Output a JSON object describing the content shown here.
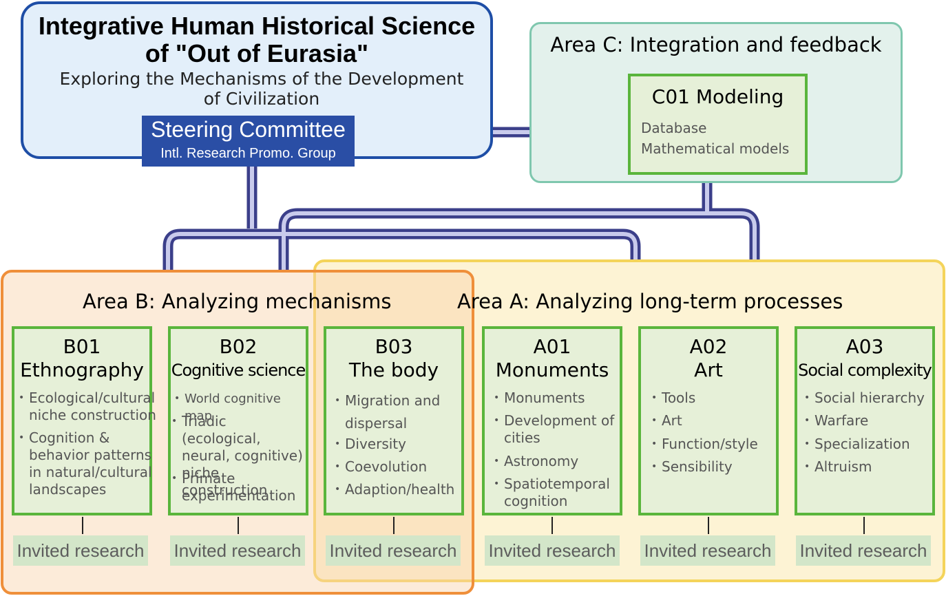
{
  "header": {
    "title_line1": "Integrative Human Historical Science",
    "title_line2": "of \"Out of Eurasia\"",
    "subtitle_line1": "Exploring the Mechanisms of the Development",
    "subtitle_line2": "of Civilization",
    "steering_title": "Steering Committee",
    "steering_sub": "Intl. Research Promo. Group"
  },
  "area_c": {
    "label": "Area C: Integration and feedback",
    "group": {
      "code_name": "C01 Modeling",
      "items": [
        "Database",
        "Mathematical models"
      ]
    }
  },
  "area_b": {
    "label": "Area B: Analyzing mechanisms"
  },
  "area_a": {
    "label": "Area A: Analyzing long-term processes"
  },
  "groups": [
    {
      "code": "B01",
      "name": "Ethnography",
      "items": [
        "Ecological/cultural niche construction",
        "Cognition & behavior patterns in natural/cultural landscapes"
      ],
      "invited": "Invited research"
    },
    {
      "code": "B02",
      "name": "Cognitive science",
      "items": [
        "World cognitive map",
        "Triadic (ecological, neural, cognitive) niche construction",
        "Primate experimentation"
      ],
      "invited": "Invited research"
    },
    {
      "code": "B03",
      "name": "The body",
      "items": [
        "Migration and dispersal",
        "Diversity",
        "Coevolution",
        "Adaption/health"
      ],
      "invited": "Invited research"
    },
    {
      "code": "A01",
      "name": "Monuments",
      "items": [
        "Monuments",
        "Development of cities",
        "Astronomy",
        "Spatiotemporal cognition"
      ],
      "invited": "Invited research"
    },
    {
      "code": "A02",
      "name": "Art",
      "items": [
        "Tools",
        "Art",
        "Function/style",
        "Sensibility"
      ],
      "invited": "Invited research"
    },
    {
      "code": "A03",
      "name": "Social complexity",
      "items": [
        "Social hierarchy",
        "Warfare",
        "Specialization",
        "Altruism"
      ],
      "invited": "Invited research"
    }
  ],
  "colors": {
    "pipe": "#4a4f9e",
    "group_border": "#5ab53c",
    "area_b_border": "#ef8f3a",
    "area_a_border": "#f4d45a",
    "area_c_border": "#7fc7ae",
    "title_border": "#1e4ea6"
  }
}
